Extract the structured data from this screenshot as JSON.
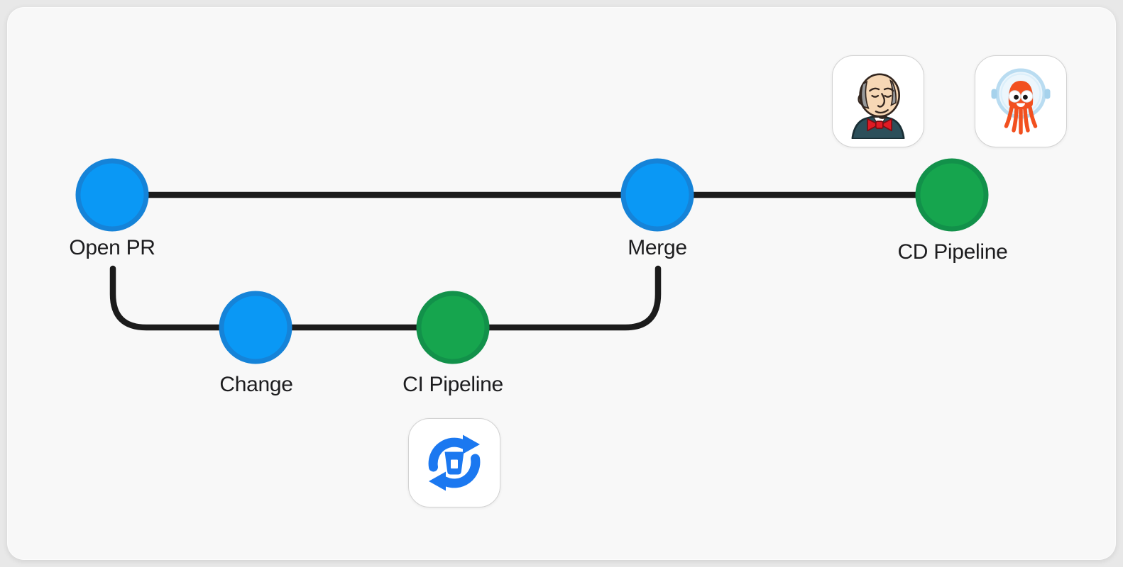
{
  "frame": {
    "page_background": "#e8e8e8",
    "card_background": "#f8f8f8",
    "line_color": "#1b1b1b",
    "label_color": "#1d1d1f"
  },
  "nodes": {
    "open_pr": {
      "label": "Open PR",
      "fill": "#0a98f5",
      "stroke": "#1583d8"
    },
    "change": {
      "label": "Change",
      "fill": "#0a98f5",
      "stroke": "#1583d8"
    },
    "ci_pipeline": {
      "label": "CI Pipeline",
      "fill": "#16a54e",
      "stroke": "#12914a"
    },
    "merge": {
      "label": "Merge",
      "fill": "#0a98f5",
      "stroke": "#1583d8"
    },
    "cd_pipeline": {
      "label": "CD Pipeline",
      "fill": "#16a54e",
      "stroke": "#12914a"
    }
  },
  "icons": {
    "jenkins": {
      "name": "jenkins-logo",
      "suit_color": "#2c4f5a",
      "bow_color": "#e01b24"
    },
    "argo": {
      "name": "argo-octopus-logo",
      "body_color": "#f2501f",
      "helmet_color": "#b9dcf1"
    },
    "ci_sync": {
      "name": "bitbucket-sync-icon",
      "color": "#1b78f0"
    }
  }
}
